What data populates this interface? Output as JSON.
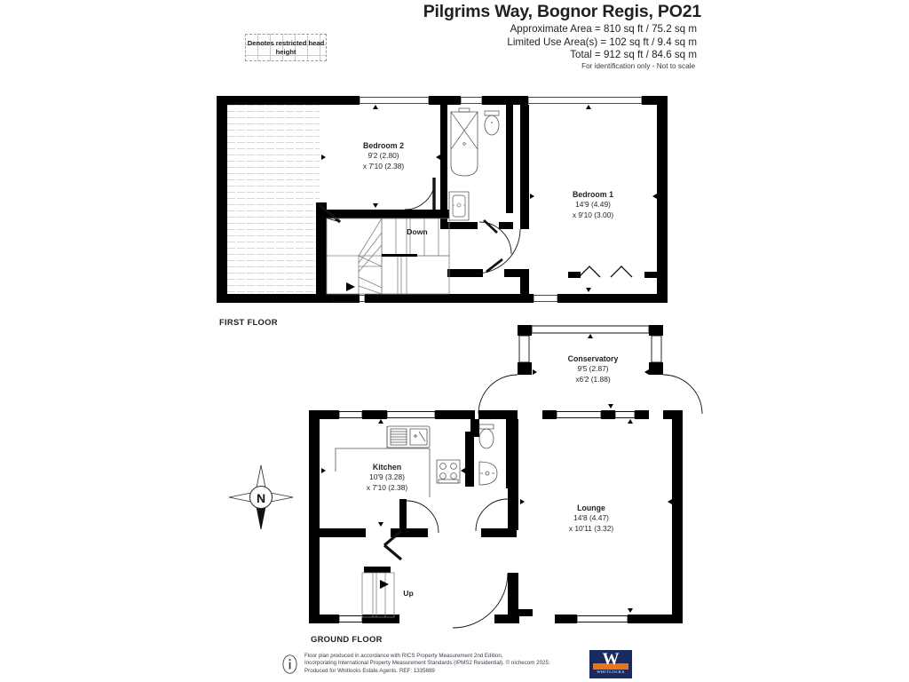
{
  "header": {
    "title": "Pilgrims Way, Bognor Regis, PO21",
    "approx_area": "Approximate Area = 810 sq ft / 75.2 sq m",
    "limited_use": "Limited Use Area(s) = 102 sq ft / 9.4 sq m",
    "total": "Total = 912 sq ft / 84.6 sq m",
    "disclaimer": "For identification only - Not to scale"
  },
  "legend": {
    "text": "Denotes restricted head height"
  },
  "floors": [
    {
      "id": "first-floor",
      "label": "FIRST FLOOR",
      "rooms": [
        {
          "id": "bedroom-2",
          "name": "Bedroom 2",
          "dim_imperial": "9'2 (2.80)",
          "dim_metric": "x 7'10 (2.38)"
        },
        {
          "id": "bedroom-1",
          "name": "Bedroom 1",
          "dim_imperial": "14'9 (4.49)",
          "dim_metric": "x 9'10 (3.00)"
        }
      ],
      "annotations": [
        {
          "id": "stairs-down",
          "text": "Down"
        }
      ]
    },
    {
      "id": "ground-floor",
      "label": "GROUND FLOOR",
      "rooms": [
        {
          "id": "kitchen",
          "name": "Kitchen",
          "dim_imperial": "10'9 (3.28)",
          "dim_metric": "x 7'10 (2.38)"
        },
        {
          "id": "conservatory",
          "name": "Conservatory",
          "dim_imperial": "9'5 (2.87)",
          "dim_metric": "x6'2 (1.88)"
        },
        {
          "id": "lounge",
          "name": "Lounge",
          "dim_imperial": "14'8 (4.47)",
          "dim_metric": "x 10'11 (3.32)"
        }
      ],
      "annotations": [
        {
          "id": "stairs-up",
          "text": "Up"
        }
      ]
    }
  ],
  "compass": {
    "north_label": "N"
  },
  "footer": {
    "line1": "Floor plan produced in accordance with RICS Property Measurement 2nd Edition,",
    "line2": "Incorporating International Property Measurement Standards (IPMS2 Residential).    © nichecom 2025.",
    "line3": "Produced for Whitlocks Estate Agents.    REF: 1335889"
  },
  "logo": {
    "mark": "W",
    "name": "WHITLOCKS"
  },
  "colors": {
    "wall": "#000000",
    "text": "#231f20",
    "hatch": "#d8d8d8",
    "logo_navy": "#1b2a5e",
    "logo_orange": "#e8751a"
  }
}
